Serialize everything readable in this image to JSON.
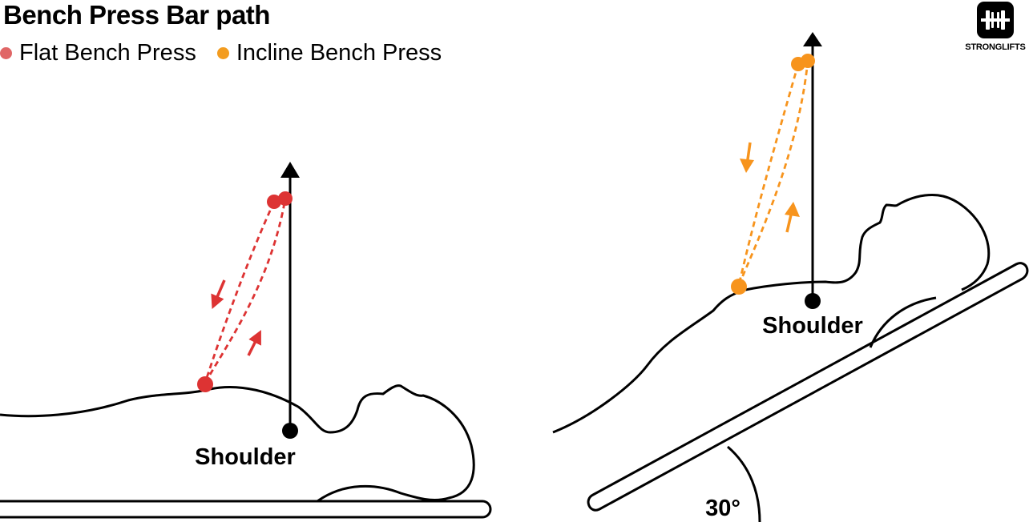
{
  "title": "Bench Press Bar path",
  "legend": [
    {
      "label": "Flat Bench Press",
      "color": "#e06666"
    },
    {
      "label": "Incline Bench Press",
      "color": "#f39c1f"
    }
  ],
  "logo": {
    "text": "STRONGLIFTS",
    "icon": "barbell-icon"
  },
  "flat_panel": {
    "shoulder_label": "Shoulder",
    "path_color": "#dd3333"
  },
  "incline_panel": {
    "shoulder_label": "Shoulder",
    "angle_label": "30°",
    "path_color": "#f7941d"
  }
}
